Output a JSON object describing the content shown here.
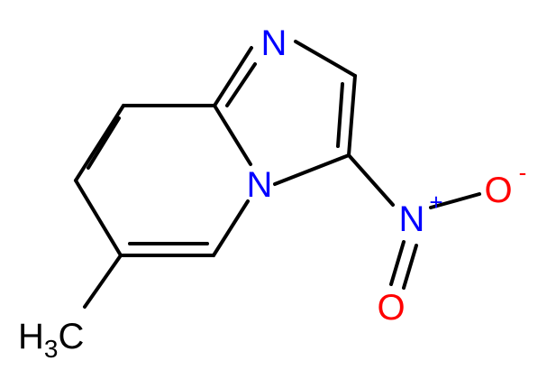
{
  "molecule": {
    "atoms": {
      "n_ring": {
        "text": "N",
        "color": "#0000ff"
      },
      "n_bridge": {
        "text": "N",
        "color": "#0000ff"
      },
      "n_nitro": {
        "text": "N",
        "charge": "+",
        "color": "#0000ff"
      },
      "o_minus": {
        "text": "O",
        "charge": "-",
        "color": "#ff0000"
      },
      "o_double": {
        "text": "O",
        "color": "#ff0000"
      },
      "methyl": {
        "h": "H",
        "h_count": "3",
        "c": "C",
        "color": "#000000"
      }
    },
    "bond_color": "#000000"
  }
}
